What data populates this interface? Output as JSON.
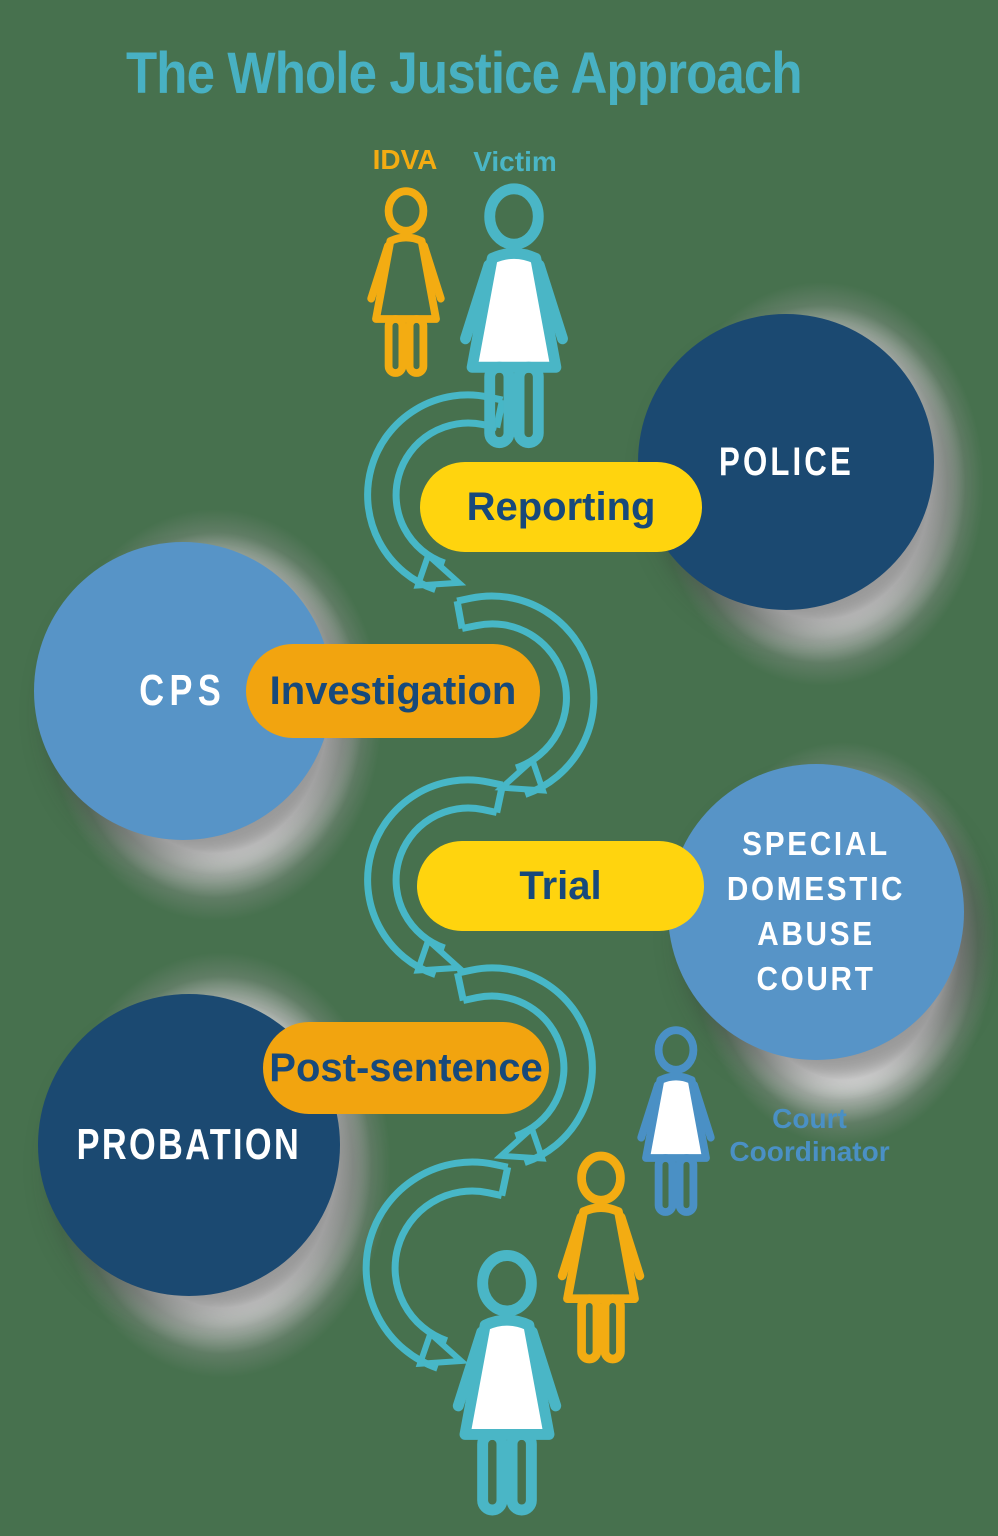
{
  "title": "The Whole Justice Approach",
  "actors": {
    "idva": {
      "label": "IDVA"
    },
    "victim": {
      "label": "Victim"
    },
    "court_coordinator": {
      "label": "Court Coordinator"
    }
  },
  "stages": [
    {
      "label": "Reporting",
      "pill_color": "#FFD40E"
    },
    {
      "label": "Investigation",
      "pill_color": "#F2A40F"
    },
    {
      "label": "Trial",
      "pill_color": "#FFD40E"
    },
    {
      "label": "Post-sentence",
      "pill_color": "#F2A40F"
    }
  ],
  "agencies": [
    {
      "label": "POLICE",
      "circle_color": "#1B4971"
    },
    {
      "label": "CPS",
      "circle_color": "#5794C7"
    },
    {
      "label": "SPECIAL DOMESTIC ABUSE COURT",
      "circle_color": "#5794C7"
    },
    {
      "label": "PROBATION",
      "circle_color": "#1B4971"
    }
  ],
  "colors": {
    "background": "#47714E",
    "title-teal": "#48B1C3",
    "gold": "#FFD40E",
    "orange": "#F2A40F",
    "navy": "#1B4971",
    "blue": "#5794C7",
    "arrow-teal": "#47B7C7",
    "idva-gold": "#F3AC12",
    "victim-teal": "#4AB6C6",
    "cc-blue": "#4A90C5",
    "pill-text": "#17497B"
  }
}
